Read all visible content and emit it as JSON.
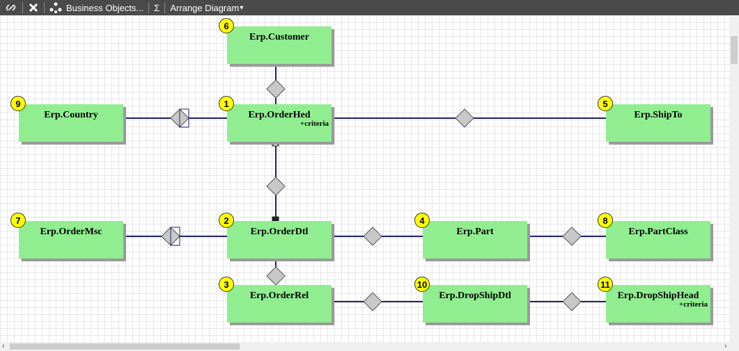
{
  "toolbar": {
    "business_objects_label": "Business Objects...",
    "sum_label": "Σ",
    "arrange_label": "Arrange Diagram",
    "arrange_caret": "▾"
  },
  "nodes": [
    {
      "id": "customer",
      "badge": "6",
      "title": "Erp.Customer",
      "sub": ""
    },
    {
      "id": "country",
      "badge": "9",
      "title": "Erp.Country",
      "sub": ""
    },
    {
      "id": "orderhed",
      "badge": "1",
      "title": "Erp.OrderHed",
      "sub": "+criteria"
    },
    {
      "id": "shipto",
      "badge": "5",
      "title": "Erp.ShipTo",
      "sub": ""
    },
    {
      "id": "ordermsc",
      "badge": "7",
      "title": "Erp.OrderMsc",
      "sub": ""
    },
    {
      "id": "orderdtl",
      "badge": "2",
      "title": "Erp.OrderDtl",
      "sub": ""
    },
    {
      "id": "part",
      "badge": "4",
      "title": "Erp.Part",
      "sub": ""
    },
    {
      "id": "partclass",
      "badge": "8",
      "title": "Erp.PartClass",
      "sub": ""
    },
    {
      "id": "orderrel",
      "badge": "3",
      "title": "Erp.OrderRel",
      "sub": ""
    },
    {
      "id": "dropshipdtl",
      "badge": "10",
      "title": "Erp.DropShipDtl",
      "sub": ""
    },
    {
      "id": "dropshiphead",
      "badge": "11",
      "title": "Erp.DropShipHead",
      "sub": "+criteria"
    }
  ],
  "scroll": {
    "left_arrow": "‹",
    "right_arrow": "›"
  },
  "colors": {
    "node_fill": "#90ee90",
    "badge": "#ffff00",
    "line": "#1f1f6e",
    "diamond": "#c8c8c8"
  }
}
